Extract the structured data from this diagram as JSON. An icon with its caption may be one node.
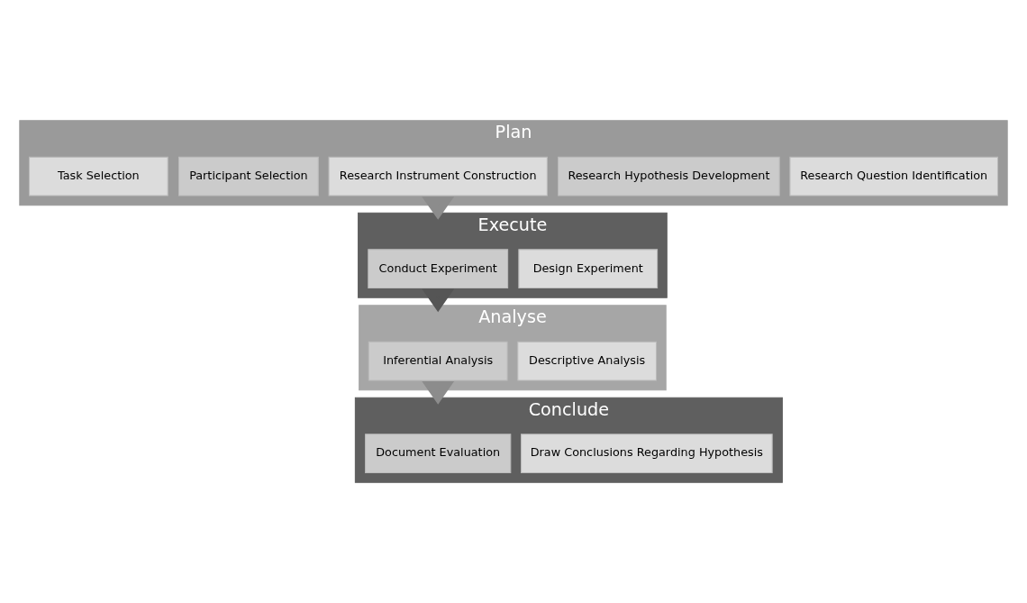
{
  "diagram": {
    "nodes": [
      {
        "text": [
          "Plan"
        ]
      },
      {
        "text": [
          "Research Question Identification"
        ],
        "in": 0
      },
      {
        "text": [
          "Research Hypothesis Development"
        ],
        "in": 0
      },
      {
        "text": [
          "Research Instrument Construction"
        ],
        "in": 0
      },
      {
        "text": [
          "Participant Selection"
        ],
        "in": 0
      },
      {
        "text": [
          "Task Selection"
        ],
        "in": 0
      },
      {
        "text": [
          "Execute"
        ]
      },
      {
        "text": [
          "Design Experiment"
        ],
        "in": 6
      },
      {
        "text": [
          "Conduct Experiment"
        ],
        "in": 6
      },
      {
        "text": [
          "Analyse"
        ]
      },
      {
        "text": [
          "Descriptive Analysis"
        ],
        "in": 9
      },
      {
        "text": [
          "Inferential Analysis"
        ],
        "in": 9
      },
      {
        "text": [
          "Conclude"
        ]
      },
      {
        "text": [
          "Draw Conclusions Regarding Hypothesis"
        ],
        "in": 12
      },
      {
        "text": [
          "Document Evaluation"
        ],
        "in": 12
      }
    ],
    "edges": [
      {
        "from": 0,
        "to": 6,
        "arrow": "to",
        "style": "thick"
      },
      {
        "from": 6,
        "to": 9,
        "arrow": "to",
        "style": "thick",
        "color": "#555555"
      },
      {
        "from": 9,
        "to": 12,
        "arrow": "to",
        "style": "thick"
      }
    ]
  }
}
